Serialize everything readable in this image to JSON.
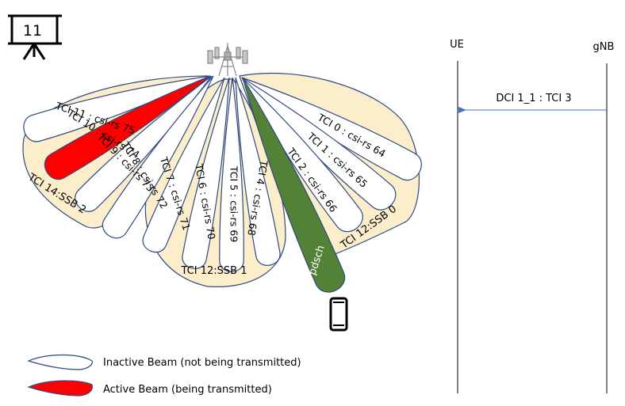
{
  "slide_number": "11",
  "colors": {
    "ssb_fill": "#fdeecb",
    "beam_stroke": "#2e4a86",
    "active_fill": "#ff0000",
    "pdsch_fill": "#538135",
    "arrow": "#4472c4"
  },
  "ssb_groups": [
    {
      "id": "ssb2",
      "label": "TCI 14:SSB 2"
    },
    {
      "id": "ssb1",
      "label": "TCI 12:SSB 1"
    },
    {
      "id": "ssb0",
      "label": "TCI 12:SSB 0"
    }
  ],
  "beams": [
    {
      "id": "tci11",
      "label": "TCI 11 : csi-rs 75",
      "state": "inactive"
    },
    {
      "id": "tci10",
      "label": "TCI 10 : csi-rs 74",
      "state": "active"
    },
    {
      "id": "tci9",
      "label": "TCI 9 : csi-rs 73",
      "state": "inactive"
    },
    {
      "id": "tci8",
      "label": "TCI 8 : csi-rs 72",
      "state": "inactive"
    },
    {
      "id": "tci7",
      "label": "TCI 7 : csi-rs 71",
      "state": "inactive"
    },
    {
      "id": "tci6",
      "label": "TCI 6 : csi-rs 70",
      "state": "inactive"
    },
    {
      "id": "tci5",
      "label": "TCI 5 : csi-rs 69",
      "state": "inactive"
    },
    {
      "id": "tci4",
      "label": "TCI 4 : csi-rs 68",
      "state": "inactive"
    },
    {
      "id": "tci0",
      "label": "TCI 0 : csi-rs 64",
      "state": "inactive"
    },
    {
      "id": "tci1",
      "label": "TCI 1 : csi-rs 65",
      "state": "inactive"
    },
    {
      "id": "tci2",
      "label": "TCI 2 : csi-rs 66",
      "state": "inactive"
    }
  ],
  "pdsch_label": "pdsch",
  "legend": {
    "inactive": "Inactive Beam (not being  transmitted)",
    "active": "Active Beam (being  transmitted)"
  },
  "sequence": {
    "ue_label": "UE",
    "gnb_label": "gNB",
    "message": "DCI 1_1 : TCI 3"
  }
}
